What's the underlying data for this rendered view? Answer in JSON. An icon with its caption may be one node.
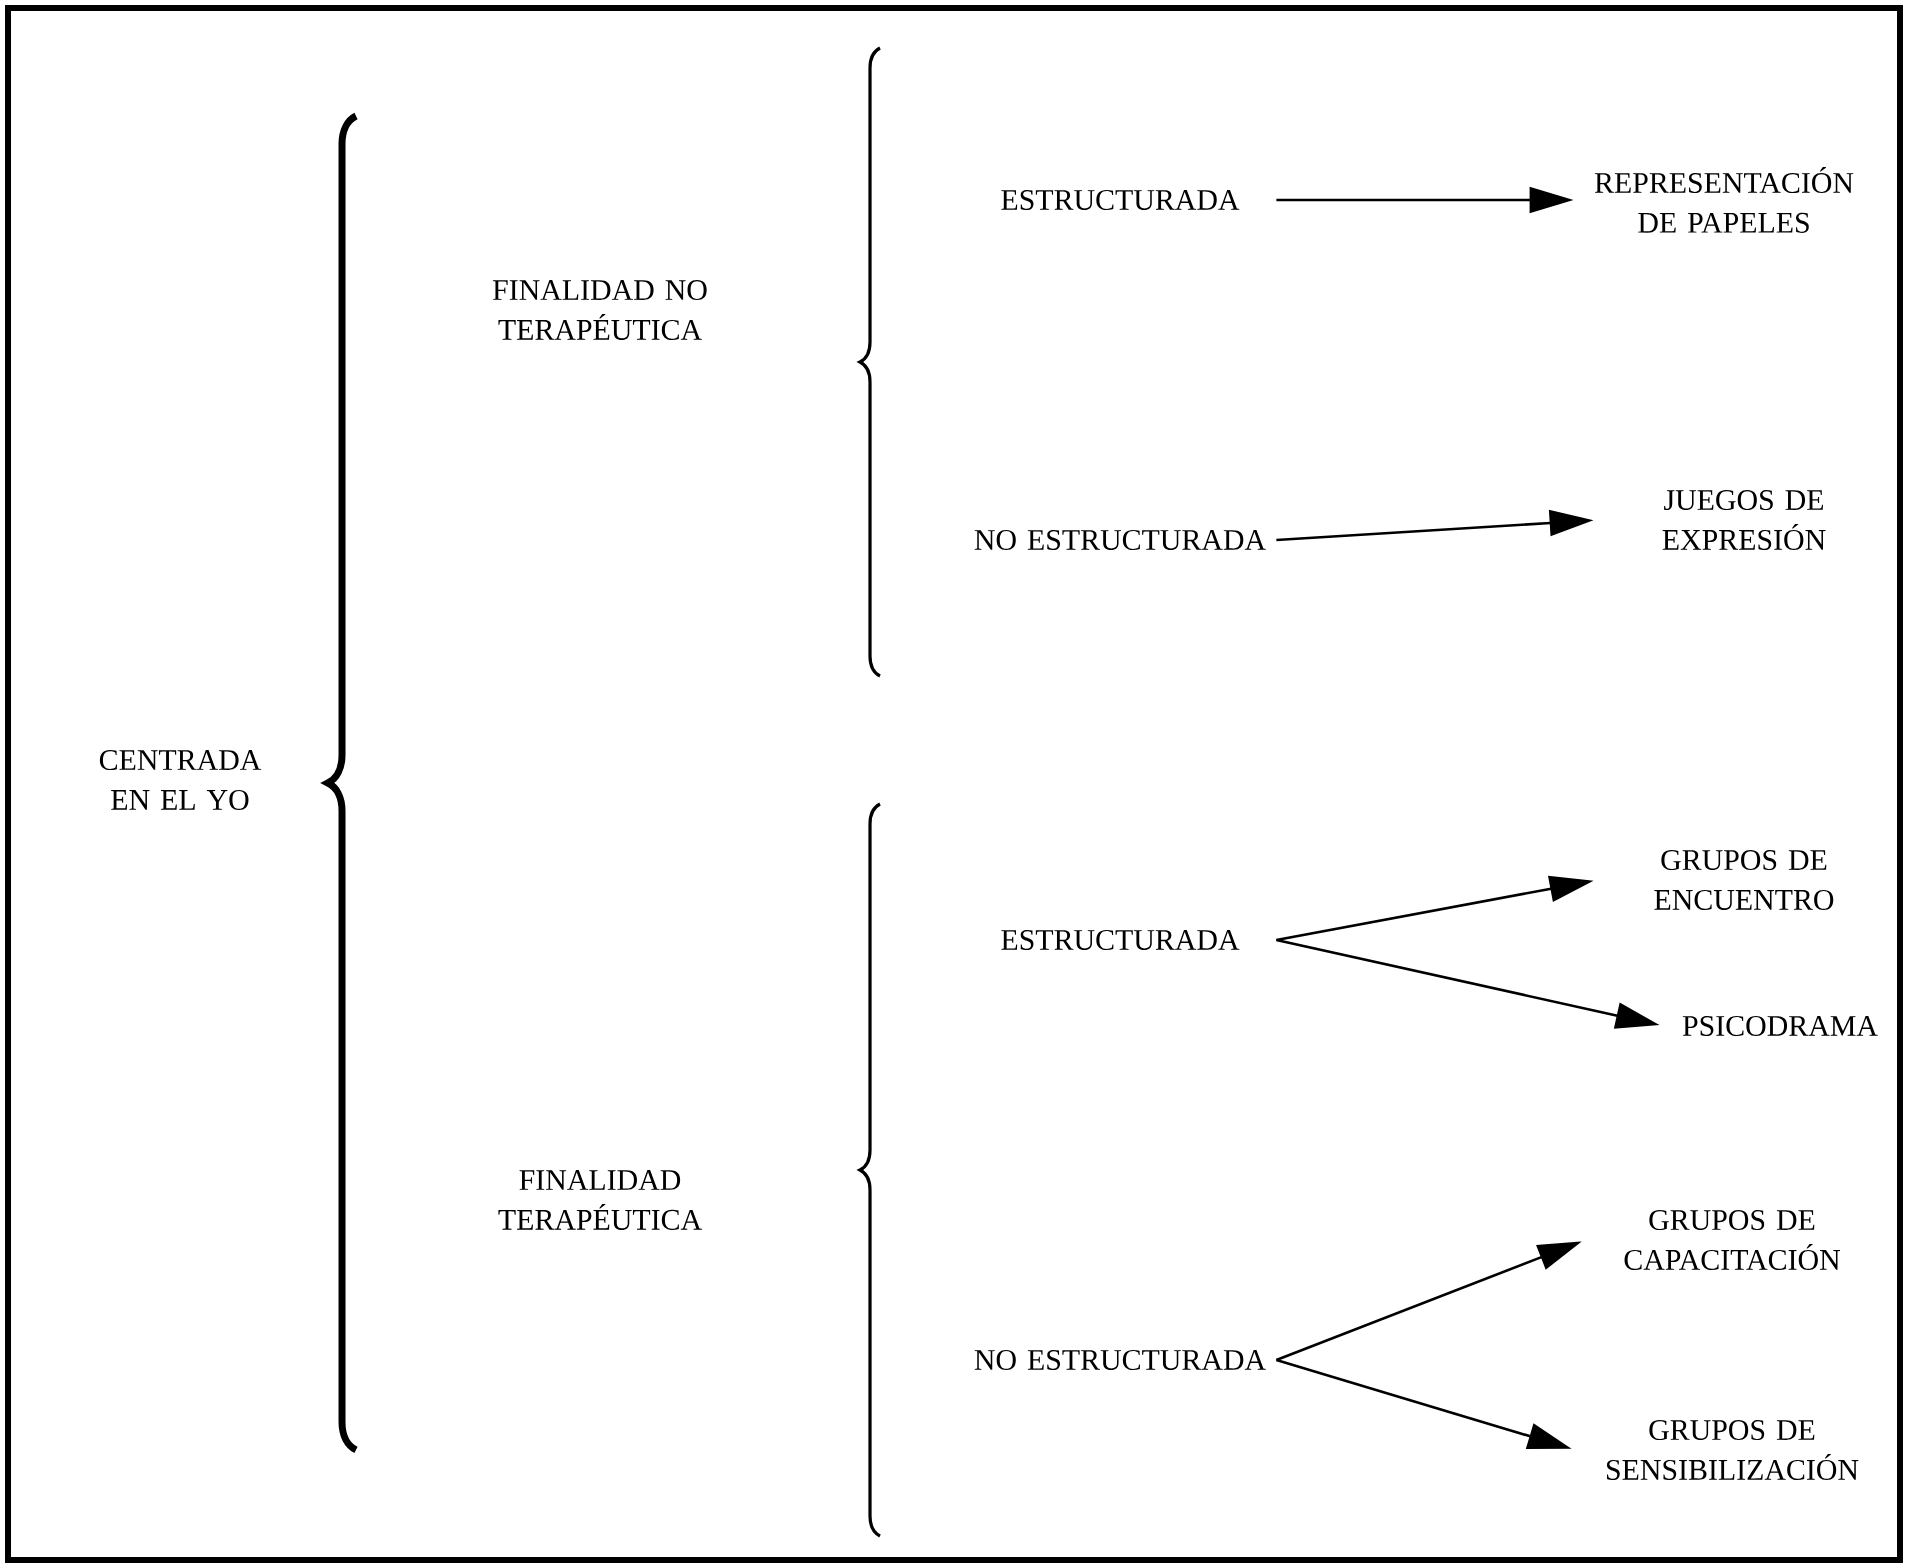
{
  "diagram": {
    "nodes": [
      {
        "text": [
          "CENTRADA EN EL YO"
        ]
      },
      {
        "text": [
          "FINALIDAD NO TERAPÉUTICA"
        ]
      },
      {
        "text": [
          "FINALIDAD TERAPÉUTICA"
        ]
      },
      {
        "text": [
          "ESTRUCTURADA"
        ]
      },
      {
        "text": [
          "NO ESTRUCTURADA"
        ]
      },
      {
        "text": [
          "ESTRUCTURADA"
        ]
      },
      {
        "text": [
          "NO ESTRUCTURADA"
        ]
      },
      {
        "text": [
          "REPRESENTACIÓN DE PAPELES"
        ]
      },
      {
        "text": [
          "JUEGOS DE EXPRESIÓN"
        ]
      },
      {
        "text": [
          "GRUPOS DE ENCUENTRO"
        ]
      },
      {
        "text": [
          "PSICODRAMA"
        ]
      },
      {
        "text": [
          "GRUPOS DE CAPACITACIÓN"
        ]
      },
      {
        "text": [
          "GRUPOS DE SENSIBILIZACIÓN"
        ]
      }
    ],
    "edges": [
      {
        "from": 3,
        "to": 7,
        "arrow": "to"
      },
      {
        "from": 4,
        "to": 8,
        "arrow": "to"
      },
      {
        "from": 5,
        "to": 9,
        "arrow": "to"
      },
      {
        "from": 5,
        "to": 10,
        "arrow": "to"
      },
      {
        "from": 6,
        "to": 11,
        "arrow": "to"
      },
      {
        "from": 6,
        "to": 12,
        "arrow": "to"
      }
    ]
  }
}
